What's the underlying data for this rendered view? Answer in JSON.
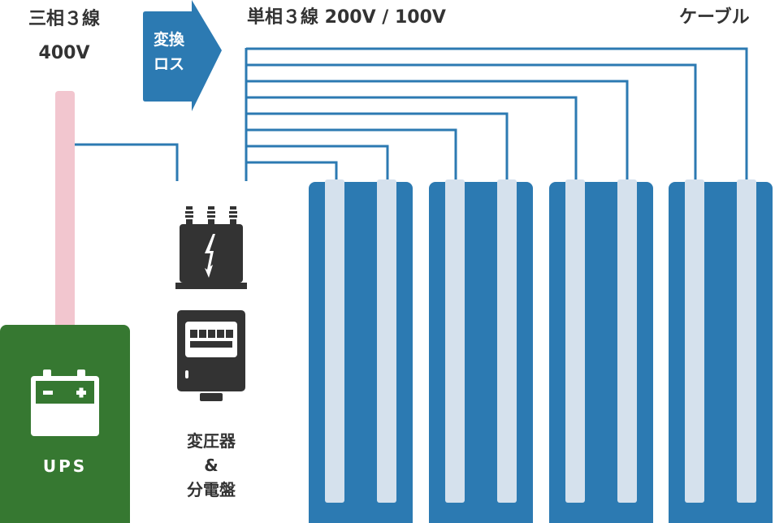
{
  "labels": {
    "three_phase_title": "三相３線",
    "three_phase_voltage": "400V",
    "single_phase_title": "単相３線 200V / 100V",
    "cable": "ケーブル",
    "conversion_loss_line1": "変換",
    "conversion_loss_line2": "ロス",
    "ups": "UPS",
    "equipment_line1": "変圧器",
    "equipment_line2": "&",
    "equipment_line3": "分電盤"
  },
  "icons": {
    "battery": "battery-icon",
    "transformer": "transformer-icon",
    "distribution_board": "distribution-board-icon",
    "arrow": "arrow-right-icon"
  },
  "colors": {
    "ups_green": "#367831",
    "rack_blue": "#2c7ab2",
    "wire_blue": "#2c7ab2",
    "strip_light": "#d5e1ed",
    "three_phase_pink": "#f2c6cf",
    "equipment_dark": "#333333",
    "text": "#333333"
  },
  "racks": [
    {
      "id": "rack-1"
    },
    {
      "id": "rack-2"
    },
    {
      "id": "rack-3"
    },
    {
      "id": "rack-4"
    }
  ]
}
